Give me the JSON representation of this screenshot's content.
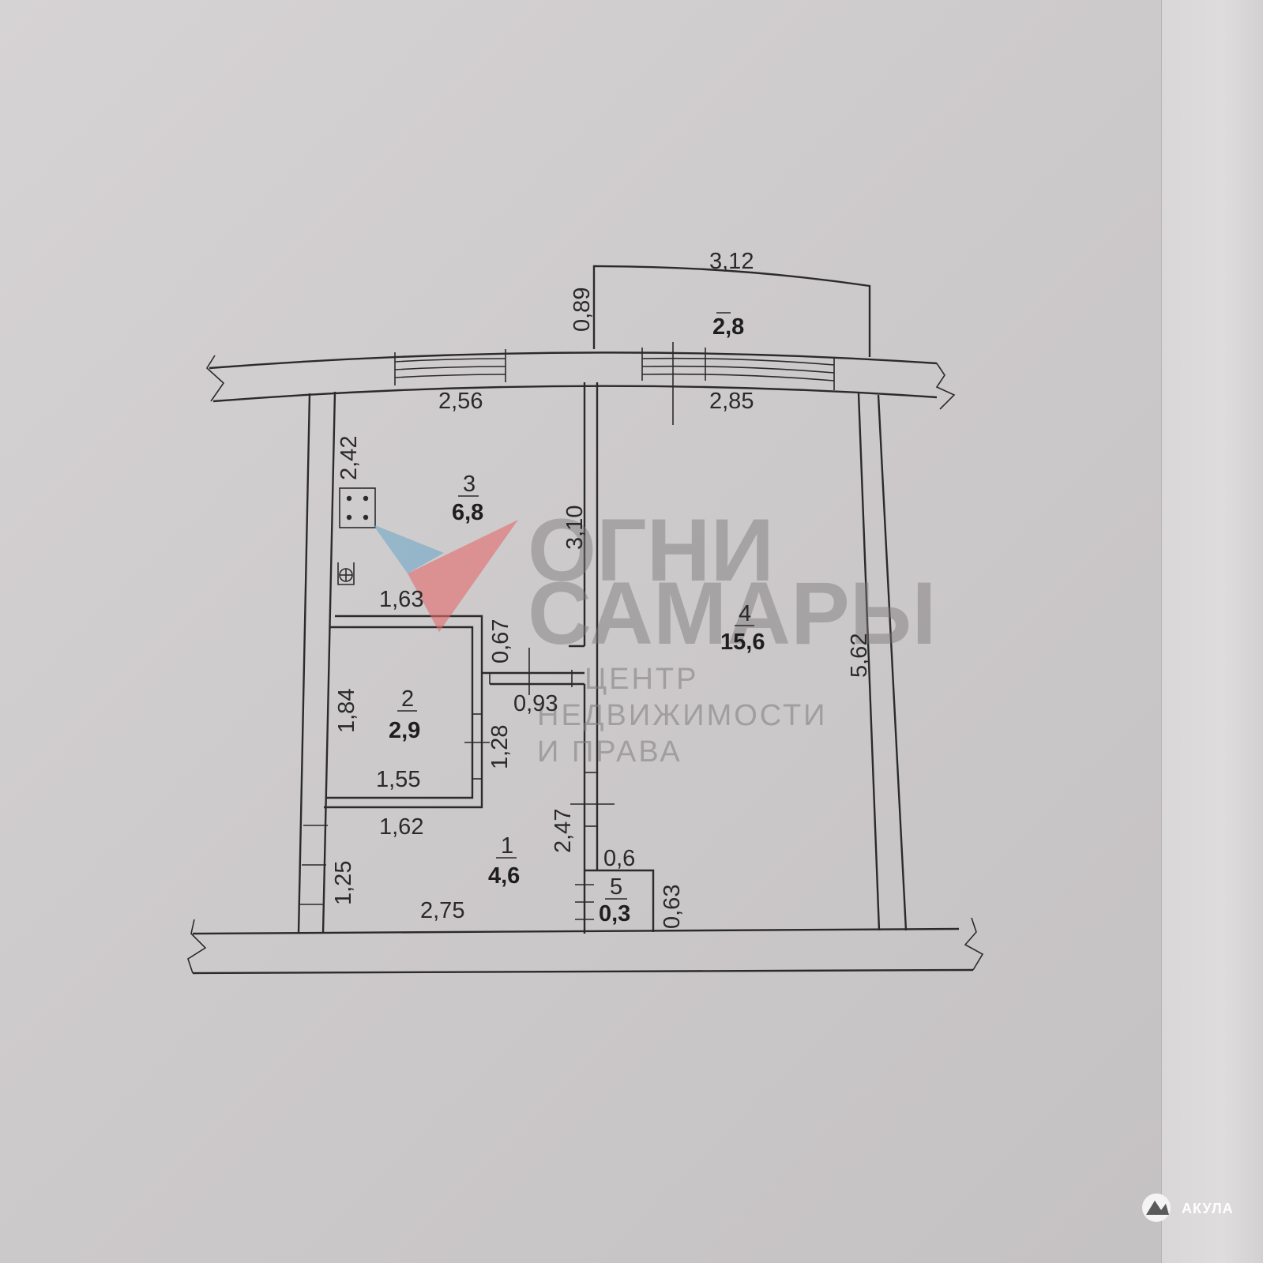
{
  "rooms": [
    {
      "number": "1",
      "area": "4,6"
    },
    {
      "number": "2",
      "area": "2,9"
    },
    {
      "number": "3",
      "area": "6,8"
    },
    {
      "number": "4",
      "area": "15,6"
    },
    {
      "number": "5",
      "area": "0,3"
    }
  ],
  "balcony": {
    "area": "2,8"
  },
  "dimensions": {
    "balcony_width": "3,12",
    "balcony_depth": "0,89",
    "kitchen_width": "2,56",
    "room_width": "2,85",
    "kitchen_wall": "2,42",
    "kitchen_partition": "3,10",
    "kitchen_bottom": "1,63",
    "passage_height": "0,67",
    "bath_height": "1,84",
    "passage_width": "0,93",
    "bath_door": "1,28",
    "bath_width": "1,55",
    "hall_top": "1,62",
    "hall_partition": "2,47",
    "closet_width": "0,6",
    "hall_left": "1,25",
    "hall_bottom": "2,75",
    "closet_height": "0,63",
    "room_height": "5,62"
  },
  "watermark": {
    "line1": "ОГНИ",
    "line2": "САМАРЫ",
    "sub1": "ЦЕНТР",
    "sub2": "НЕДВИЖИМОСТИ",
    "sub3": "И ПРАВА"
  },
  "corner_logo": {
    "text": "АКУЛА"
  },
  "colors": {
    "wm_blue": "#6fa6c8",
    "wm_red": "#e56a6a",
    "logo_bg": "#f4f4f4"
  }
}
